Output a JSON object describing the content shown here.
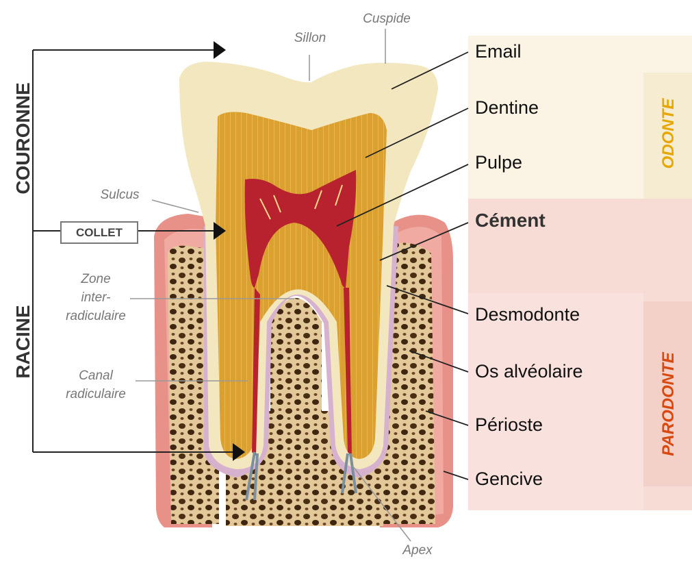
{
  "groups": {
    "couronne": "COURONNE",
    "racine": "RACINE",
    "collet": "COLLET"
  },
  "structures": {
    "email": "Email",
    "dentine": "Dentine",
    "pulpe": "Pulpe",
    "cement": "Cément",
    "desmodonte": "Desmodonte",
    "os_alveolaire": "Os alvéolaire",
    "perioste": "Périoste",
    "gencive": "Gencive"
  },
  "callouts": {
    "sillon": "Sillon",
    "cuspide": "Cuspide",
    "sulcus": "Sulcus",
    "zone_line1": "Zone",
    "zone_line2": "inter-",
    "zone_line3": "radiculaire",
    "canal_line1": "Canal",
    "canal_line2": "radiculaire",
    "apex": "Apex"
  },
  "tissues": {
    "odonte": "ODONTE",
    "parodonte": "PARODONTE"
  },
  "colors": {
    "odonte_panel": "#fbf3e4",
    "odonte_strip": "#f6ecd2",
    "odonte_text": "#e6a800",
    "parodonte_panel": "#f6dbd6",
    "parodonte_strip": "#f3cfc6",
    "parodonte_text": "#d9480f",
    "enamel": "#f2e6bd",
    "dentin": "#dca030",
    "pulp": "#b8222f",
    "gum": "#e99a92",
    "bone": "#e8cfa0"
  }
}
